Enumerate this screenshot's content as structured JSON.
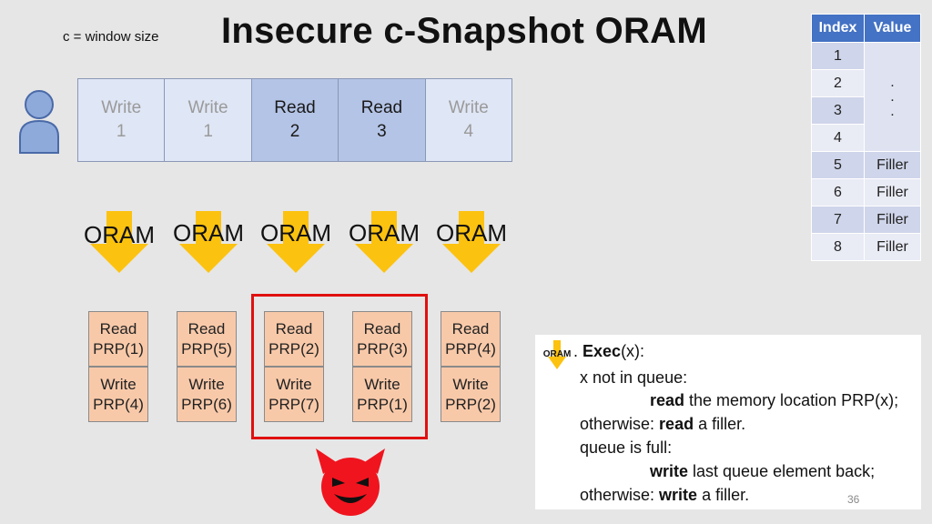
{
  "window_note": "c = window size",
  "title": "Insecure c-Snapshot ORAM",
  "queue": [
    {
      "op": "Write",
      "arg": "1",
      "kind": "write"
    },
    {
      "op": "Write",
      "arg": "1",
      "kind": "write"
    },
    {
      "op": "Read",
      "arg": "2",
      "kind": "read"
    },
    {
      "op": "Read",
      "arg": "3",
      "kind": "read"
    },
    {
      "op": "Write",
      "arg": "4",
      "kind": "write"
    }
  ],
  "oram_label": "ORAM",
  "prp_columns": [
    {
      "top": [
        "Read",
        "PRP(1)"
      ],
      "bottom": [
        "Write",
        "PRP(4)"
      ]
    },
    {
      "top": [
        "Read",
        "PRP(5)"
      ],
      "bottom": [
        "Write",
        "PRP(6)"
      ]
    },
    {
      "top": [
        "Read",
        "PRP(2)"
      ],
      "bottom": [
        "Write",
        "PRP(7)"
      ]
    },
    {
      "top": [
        "Read",
        "PRP(3)"
      ],
      "bottom": [
        "Write",
        "PRP(1)"
      ]
    },
    {
      "top": [
        "Read",
        "PRP(4)"
      ],
      "bottom": [
        "Write",
        "PRP(2)"
      ]
    }
  ],
  "table": {
    "headers": [
      "Index",
      "Value"
    ],
    "indices": [
      "1",
      "2",
      "3",
      "4",
      "5",
      "6",
      "7",
      "8"
    ],
    "dots": [
      ".",
      ".",
      "."
    ],
    "fillers": [
      "Filler",
      "Filler",
      "Filler",
      "Filler"
    ]
  },
  "algorithm": {
    "mini_label": "ORAM",
    "exec_prefix": ". ",
    "exec_word": "Exec",
    "exec_suffix": "(x):",
    "line2": "x not in queue:",
    "line3_bold": "read",
    "line3_rest": " the memory location PRP(x);",
    "line4_plain": "otherwise: ",
    "line4_bold": "read",
    "line4_rest": " a filler.",
    "line5": "queue is full:",
    "line6_bold": "write",
    "line6_rest": " last queue element back;",
    "line7_plain": "otherwise: ",
    "line7_bold": "write",
    "line7_rest": " a filler."
  },
  "page_number": "36",
  "colors": {
    "arrow": "#fcc210",
    "highlight": "#e01010",
    "table_header": "#4472c4",
    "prp_box": "#f8c9a9",
    "devil": "#f0141e"
  },
  "icons": [
    "user-icon",
    "devil-icon",
    "down-arrow-icon"
  ]
}
